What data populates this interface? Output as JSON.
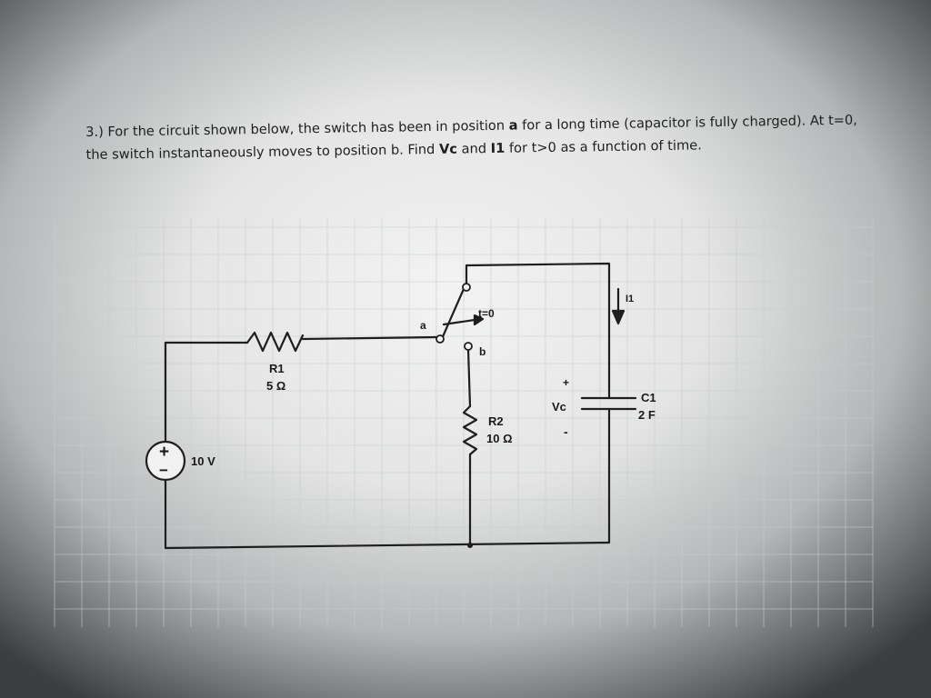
{
  "problem": {
    "number": "3.)",
    "text_1": "For the circuit shown below, the switch has been in position",
    "pos_a": "a",
    "text_2": "for a long time (capacitor is fully charged).  At t=0, the switch instantaneously moves to position b.  Find",
    "vc": "Vc",
    "and": "and",
    "i1": "I1",
    "text_3": "for t>0 as a function of time."
  },
  "circuit": {
    "r1_name": "R1",
    "r1_value": "5 Ω",
    "source_value": "10 V",
    "source_plus": "+",
    "source_minus": "−",
    "switch_time": "t=0",
    "switch_a": "a",
    "switch_b": "b",
    "r2_name": "R2",
    "r2_value": "10 Ω",
    "vc_label": "Vc",
    "vc_plus": "+",
    "vc_minus": "-",
    "c1_name": "C1",
    "c1_value": "2 F",
    "current_label": "I1"
  }
}
